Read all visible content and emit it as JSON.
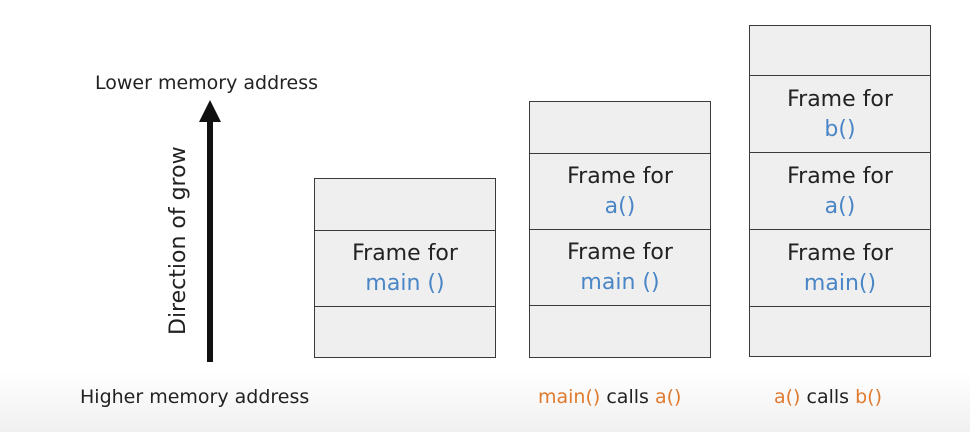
{
  "labels": {
    "lower": "Lower memory address",
    "higher": "Higher memory address",
    "direction": "Direction of grow"
  },
  "frame_prefix": "Frame for",
  "stacks": [
    {
      "frames": [
        "main ()"
      ]
    },
    {
      "frames": [
        "a()",
        "main ()"
      ]
    },
    {
      "frames": [
        "b()",
        "a()",
        "main()"
      ]
    }
  ],
  "captions": {
    "stack2": {
      "fn1": "main()",
      "mid": " calls ",
      "fn2": "a()"
    },
    "stack3": {
      "fn1": "a()",
      "mid": " calls ",
      "fn2": "b()"
    }
  },
  "colors": {
    "function_name": "#4a86c6",
    "caption_function": "#e07a2e",
    "frame_fill": "#efefef",
    "border": "#3a3a3a"
  }
}
